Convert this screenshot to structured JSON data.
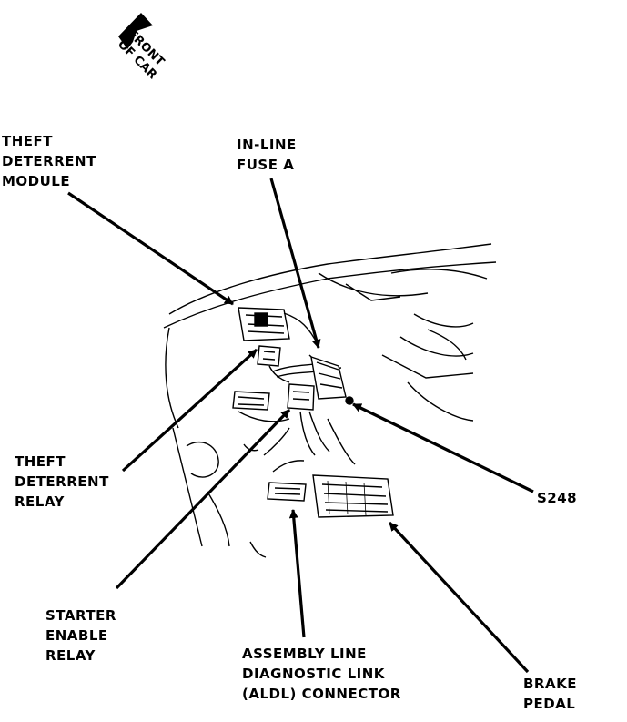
{
  "orientation": {
    "arrow_icon": "front-arrow-icon",
    "lines": [
      "FRONT",
      "OF CAR"
    ]
  },
  "labels": {
    "theft_deterrent_module": [
      "THEFT",
      "DETERRENT",
      "MODULE"
    ],
    "inline_fuse_a": [
      "IN-LINE",
      "FUSE A"
    ],
    "theft_deterrent_relay": [
      "THEFT",
      "DETERRENT",
      "RELAY"
    ],
    "starter_enable_relay": [
      "STARTER",
      "ENABLE",
      "RELAY"
    ],
    "aldl_connector": [
      "ASSEMBLY LINE",
      "DIAGNOSTIC LINK",
      "(ALDL) CONNECTOR"
    ],
    "brake_pedal": [
      "BRAKE",
      "PEDAL"
    ],
    "s248": [
      "S248"
    ]
  },
  "colors": {
    "ink": "#000000",
    "paper": "#ffffff"
  }
}
